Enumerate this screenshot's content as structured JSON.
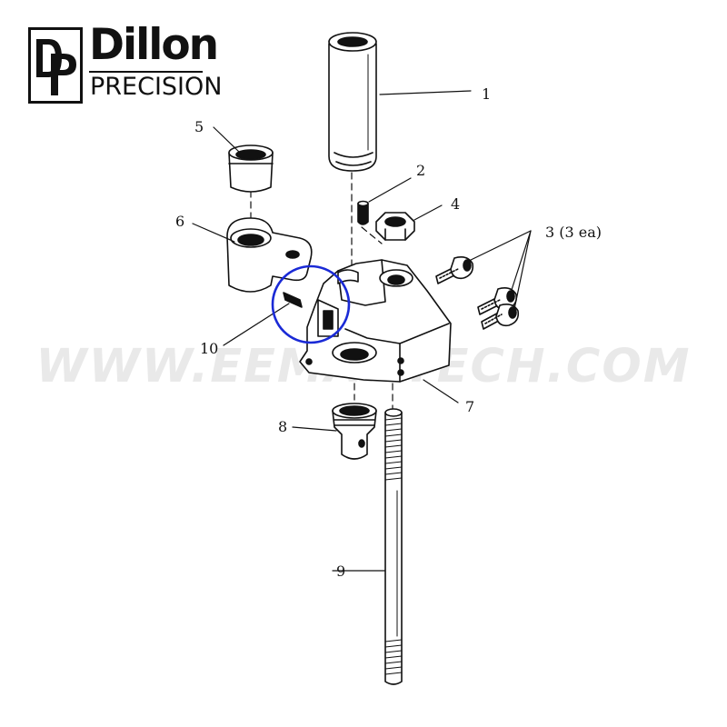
{
  "logo": {
    "monogram": "DP",
    "word": "Dillon",
    "sub": "PRECISION"
  },
  "watermark": "WWW.EEMANTECH.COM",
  "callouts": {
    "c1": "1",
    "c2": "2",
    "c3": "3 (3 ea)",
    "c4": "4",
    "c5": "5",
    "c6": "6",
    "c7": "7",
    "c8": "8",
    "c9": "9",
    "c10": "10"
  },
  "highlight_color": "#1a2ad6"
}
